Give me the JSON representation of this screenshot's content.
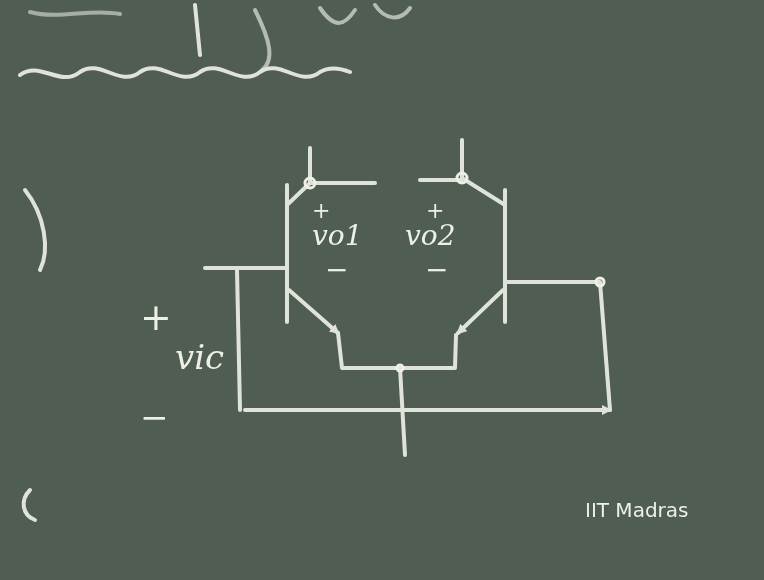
{
  "diagram": {
    "labels": [
      "+",
      "vic",
      "−",
      "+",
      "vo1",
      "−",
      "+",
      "vo2",
      "−",
      "IIT Madras"
    ]
  }
}
